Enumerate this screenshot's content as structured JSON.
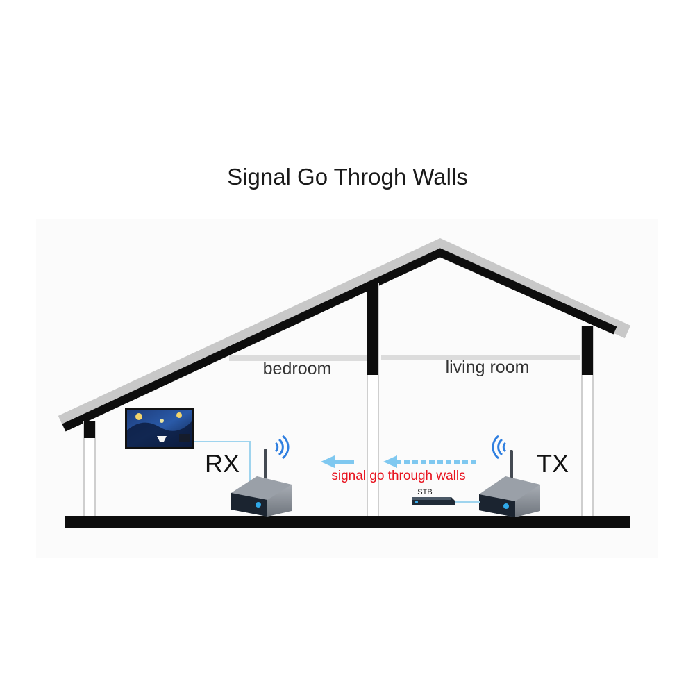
{
  "title": "Signal Go Throgh Walls",
  "rooms": {
    "left": "bedroom",
    "right": "living room"
  },
  "devices": {
    "receiver_label": "RX",
    "transmitter_label": "TX",
    "set_top_box_label": "STB"
  },
  "signal_caption": "signal go through walls",
  "colors": {
    "wall": "#0d0d0d",
    "roof_outline": "#c8c8c8",
    "signal_arrow": "#7fc8f0",
    "wave": "#2f7fe0",
    "caption": "#e8121e",
    "device_body": "#8a9098",
    "device_front": "#1b2430",
    "cable": "#9fd4ee"
  },
  "icons": [
    "wifi-wave-icon",
    "arrow-left-icon",
    "tv-screen",
    "antenna-icon"
  ]
}
